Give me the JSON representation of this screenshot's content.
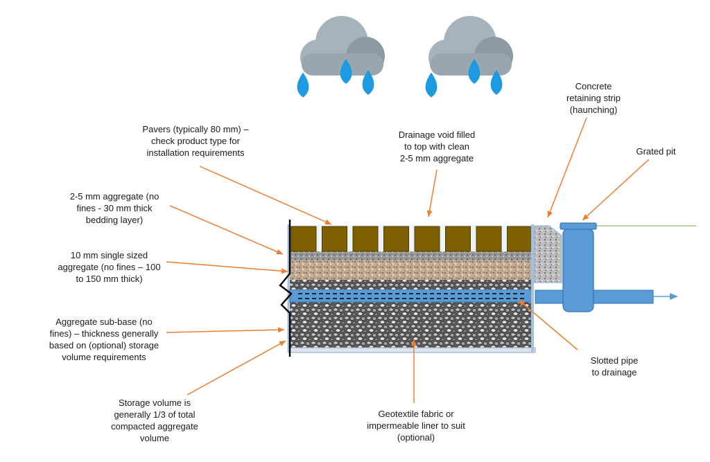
{
  "colors": {
    "leader_line": "#ED7D31",
    "paver": "#7F6000",
    "pipe": "#5B9BD5",
    "pipe_dark": "#2E75B6",
    "cloud": "#9AA6AE",
    "raindrop": "#1E9BE0",
    "ground_line": "#70AD47",
    "frame": "#A6C0DE",
    "wall": "#000000"
  },
  "icons": {
    "cloud": "rain-cloud-icon",
    "flow": "flow-arrow-icon"
  },
  "labels": {
    "pavers": [
      "Pavers (typically 80 mm) –",
      "check product type for",
      "installation requirements"
    ],
    "drainage_void": [
      "Drainage void filled",
      "to top with clean",
      "2-5 mm aggregate"
    ],
    "concrete_strip": [
      "Concrete",
      "retaining strip",
      "(haunching)"
    ],
    "grated_pit": [
      "Grated pit"
    ],
    "bedding": [
      "2-5 mm aggregate (no",
      "fines - 30 mm thick",
      "bedding layer)"
    ],
    "single_sized": [
      "10 mm single sized",
      "aggregate (no fines – 100",
      "to 150 mm thick)"
    ],
    "sub_base": [
      "Aggregate sub-base (no",
      "fines) – thickness generally",
      "based on (optional) storage",
      "volume requirements"
    ],
    "storage_volume": [
      "Storage volume is",
      "generally 1/3 of total",
      "compacted aggregate",
      "volume"
    ],
    "geotextile": [
      "Geotextile fabric or",
      "impermeable liner to suit",
      "(optional)"
    ],
    "slotted_pipe": [
      "Slotted pipe",
      "to drainage"
    ]
  }
}
